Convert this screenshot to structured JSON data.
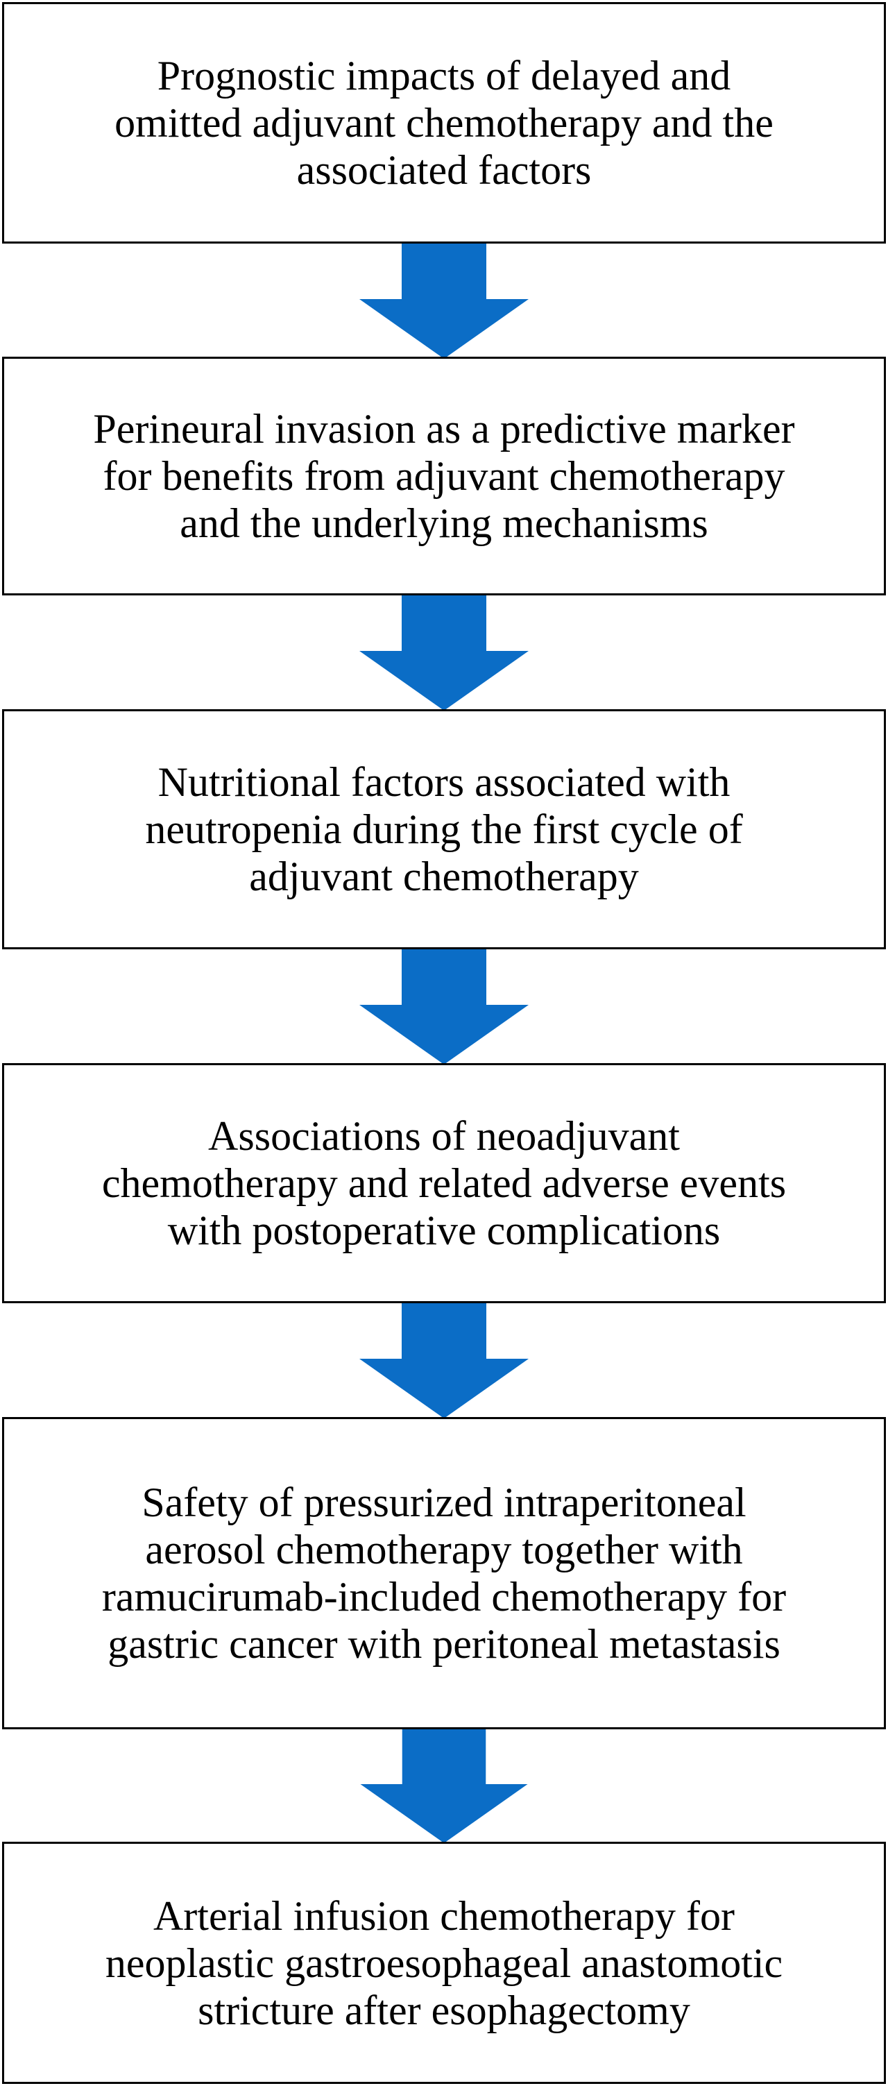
{
  "colors": {
    "box_border": "#000000",
    "arrow": "#0B6DC6",
    "text": "#000000",
    "background": "#ffffff"
  },
  "flow": {
    "steps": [
      {
        "text": "Prognostic impacts of delayed and\nomitted adjuvant chemotherapy and the\nassociated factors"
      },
      {
        "text": "Perineural invasion as a predictive marker\nfor benefits from adjuvant chemotherapy\nand the underlying mechanisms"
      },
      {
        "text": "Nutritional factors associated with\nneutropenia during the first cycle of\nadjuvant chemotherapy"
      },
      {
        "text": "Associations of neoadjuvant\nchemotherapy and related adverse events\nwith postoperative complications"
      },
      {
        "text": "Safety of pressurized intraperitoneal\naerosol chemotherapy together with\nramucirumab-included chemotherapy for\ngastric cancer with peritoneal metastasis"
      },
      {
        "text": "Arterial infusion chemotherapy for\nneoplastic gastroesophageal anastomotic\nstricture after esophagectomy"
      }
    ],
    "connector_icon": "down-arrow-icon"
  }
}
